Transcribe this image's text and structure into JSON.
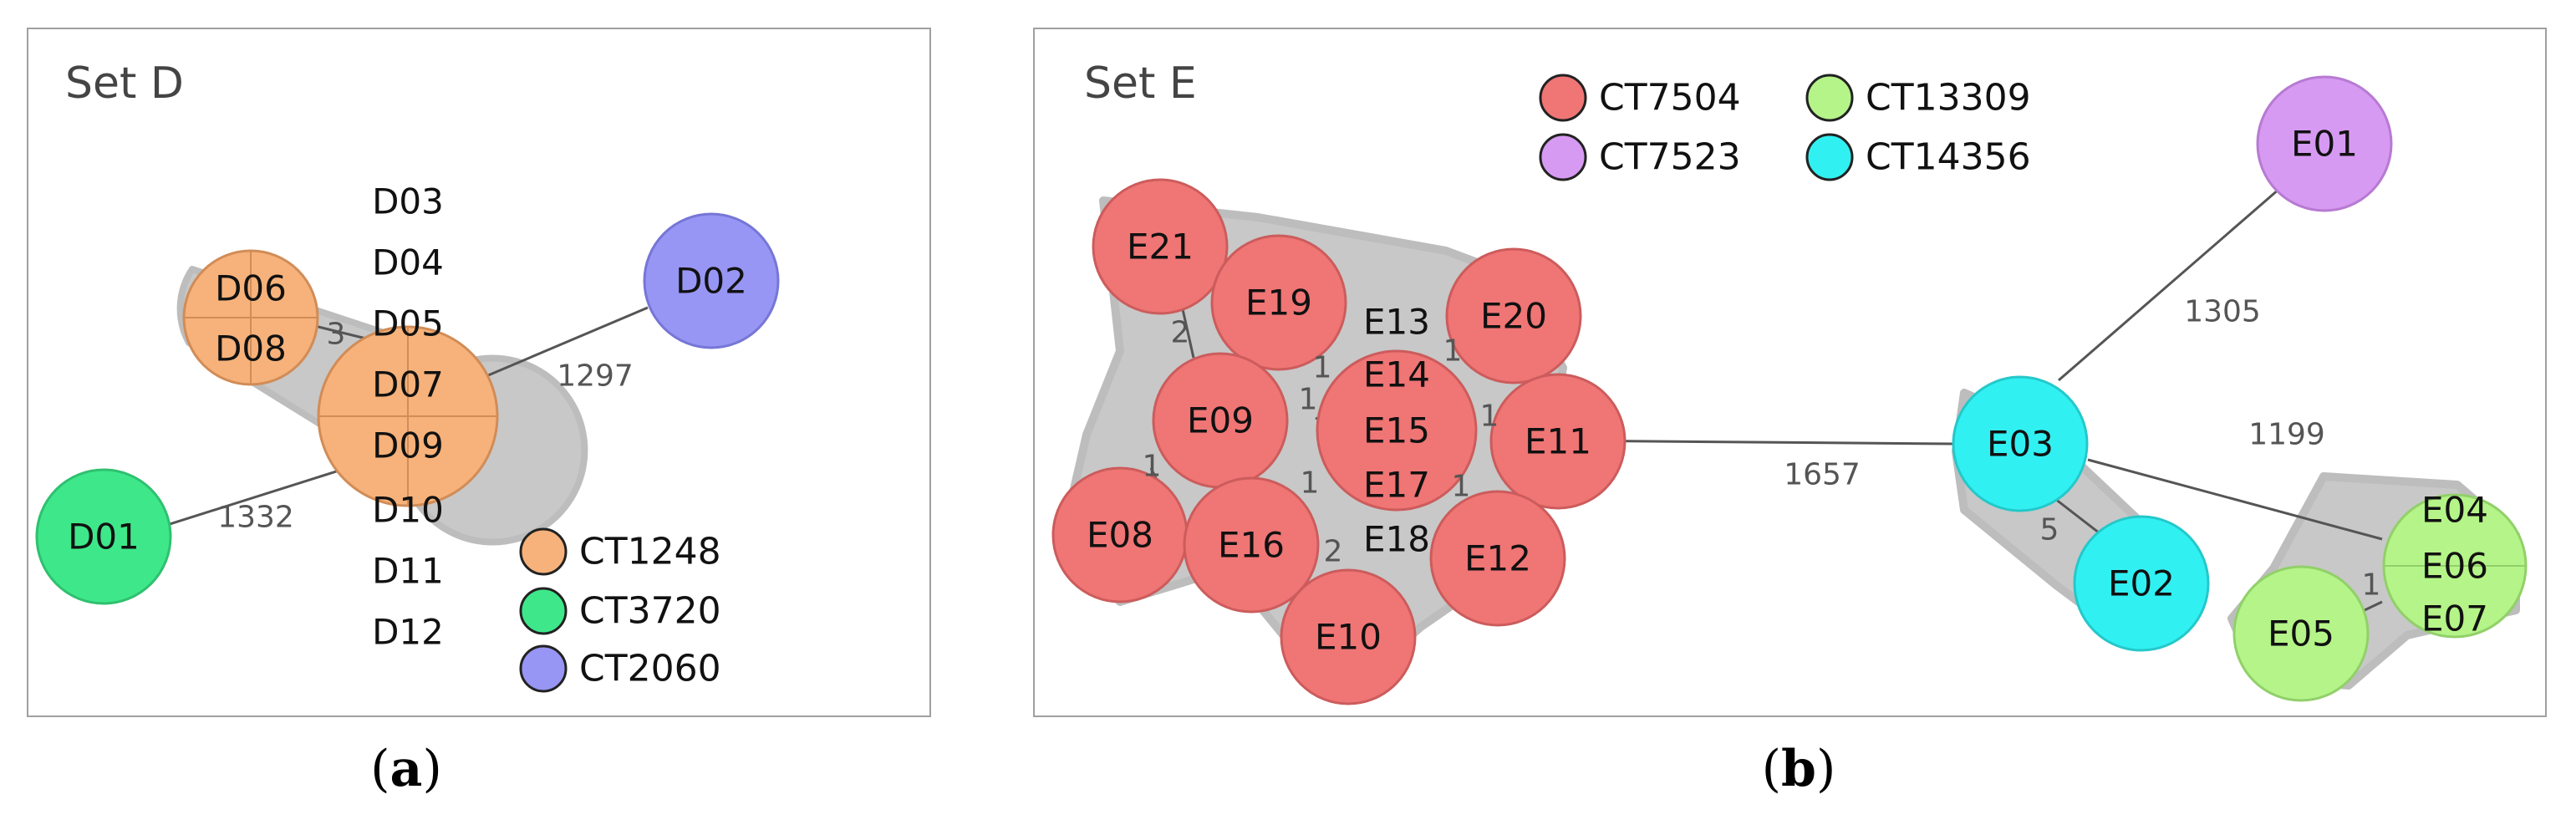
{
  "panels": {
    "a": {
      "title": "Set D",
      "caption_open": "(",
      "caption_letter": "a",
      "caption_close": ")",
      "legend": [
        {
          "label": "CT1248",
          "color": "#f6b27a"
        },
        {
          "label": "CT3720",
          "color": "#3ee88a"
        },
        {
          "label": "CT2060",
          "color": "#9796f4"
        }
      ],
      "nodes": {
        "d07_d09": [
          "D07",
          "D09"
        ],
        "d06_d08": [
          "D06",
          "D08"
        ],
        "d02": "D02",
        "d01": "D01",
        "stack_above": [
          "D03",
          "D04",
          "D05"
        ],
        "stack_below": [
          "D10",
          "D11",
          "D12"
        ]
      },
      "edges": {
        "d06_d07": "3",
        "d07_d02": "1297",
        "d07_d01": "1332"
      }
    },
    "b": {
      "title": "Set E",
      "caption_open": "(",
      "caption_letter": "b",
      "caption_close": ")",
      "legend": [
        {
          "label": "CT7504",
          "color": "#f07575"
        },
        {
          "label": "CT13309",
          "color": "#b5f488"
        },
        {
          "label": "CT7523",
          "color": "#d79af2"
        },
        {
          "label": "CT14356",
          "color": "#31f0f2"
        }
      ],
      "nodes": {
        "e21": "E21",
        "e19": "E19",
        "e20": "E20",
        "e09": "E09",
        "e11": "E11",
        "e08": "E08",
        "e16": "E16",
        "e12": "E12",
        "e10": "E10",
        "hub": [
          "E13",
          "E14",
          "E15",
          "E17",
          "E18"
        ],
        "e03": "E03",
        "e02": "E02",
        "e01": "E01",
        "e05": "E05",
        "e_green": [
          "E04",
          "E06",
          "E07"
        ]
      },
      "edges": {
        "e21_e09": "2",
        "e19_hub": "1",
        "e20_hub": "1",
        "e09_hub": "1",
        "e11_hub": "1",
        "e08_e09": "1",
        "e16_hub": "1",
        "e12_hub": "1",
        "e10_hub": "2",
        "e11_e03": "1657",
        "e03_e01": "1305",
        "e03_green": "1199",
        "e03_e02": "5",
        "e05_green": "1"
      }
    }
  },
  "colors": {
    "ct1248": "#f6b27a",
    "ct3720": "#3ee88a",
    "ct2060": "#9796f4",
    "ct7504": "#f07575",
    "ct13309": "#b5f488",
    "ct7523": "#d79af2",
    "ct14356": "#31f0f2",
    "hull": "#c8c8c8",
    "edge": "#555555",
    "border": "#9a9a9a"
  }
}
